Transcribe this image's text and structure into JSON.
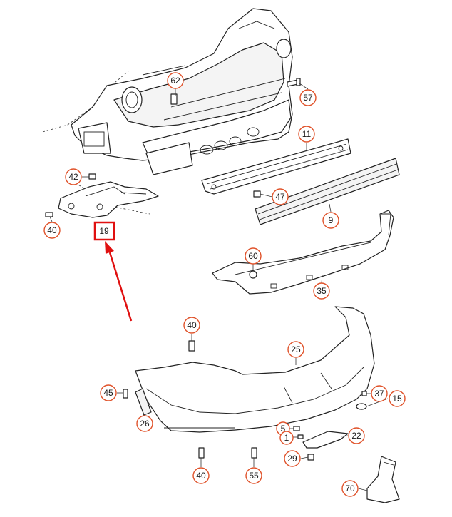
{
  "callouts": {
    "c62": "62",
    "c57": "57",
    "c11": "11",
    "c42": "42",
    "c47": "47",
    "c9": "9",
    "c40a": "40",
    "c19": "19",
    "c60": "60",
    "c35": "35",
    "c40b": "40",
    "c25": "25",
    "c45": "45",
    "c37": "37",
    "c15": "15",
    "c26": "26",
    "c5": "5",
    "c1": "1",
    "c22": "22",
    "c29": "29",
    "c40c": "40",
    "c55": "55",
    "c70": "70"
  },
  "colors": {
    "callout_ring": "#e0522a",
    "highlight": "#e01010"
  },
  "highlighted_part": "19"
}
